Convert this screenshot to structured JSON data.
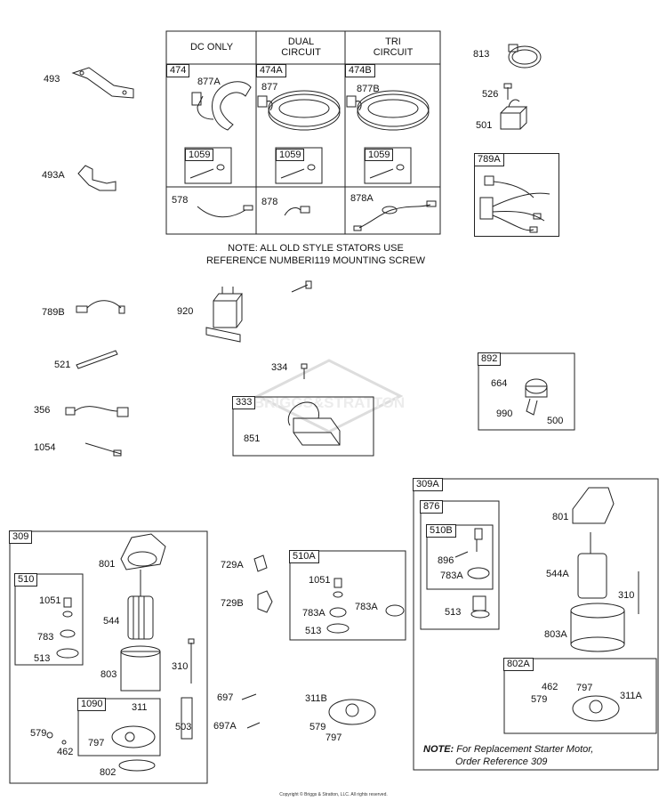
{
  "stator_table": {
    "headers": [
      "DC ONLY",
      "DUAL\nCIRCUIT",
      "TRI\nCIRCUIT"
    ],
    "tags": [
      "474",
      "474A",
      "474B"
    ],
    "stators": [
      "877A",
      "877",
      "877B"
    ],
    "screw_tags": [
      "1059",
      "1059",
      "1059"
    ],
    "wires": [
      "578",
      "878",
      "878A"
    ]
  },
  "stator_note": {
    "line1": "NOTE: ALL OLD STYLE STATORS USE",
    "line2": "REFERENCE NUMBERI119  MOUNTING SCREW"
  },
  "labels": {
    "p493": "493",
    "p493a": "493A",
    "p813": "813",
    "p526": "526",
    "p501": "501",
    "p789a": "789A",
    "p789b": "789B",
    "p920": "920",
    "p521": "521",
    "p334": "334",
    "p356": "356",
    "p333": "333",
    "p851": "851",
    "p1054": "1054",
    "p892": "892",
    "p664": "664",
    "p990": "990",
    "p500": "500",
    "p309": "309",
    "p801": "801",
    "p510": "510",
    "p1051": "1051",
    "p544": "544",
    "p783": "783",
    "p513": "513",
    "p803": "803",
    "p310": "310",
    "p1090": "1090",
    "p311": "311",
    "p579": "579",
    "p797": "797",
    "p462": "462",
    "p503": "503",
    "p802": "802",
    "p729a": "729A",
    "p729b": "729B",
    "p697": "697",
    "p697a": "697A",
    "p510a": "510A",
    "p1051b": "1051",
    "p783a1": "783A",
    "p783a2": "783A",
    "p513b": "513",
    "p311b": "311B",
    "p579b": "579",
    "p797b": "797",
    "p309a": "309A",
    "p876": "876",
    "p510b": "510B",
    "p896": "896",
    "p783a3": "783A",
    "p513c": "513",
    "p801b": "801",
    "p544a": "544A",
    "p310b": "310",
    "p803a": "803A",
    "p802a": "802A",
    "p462b": "462",
    "p797c": "797",
    "p579c": "579",
    "p311a": "311A"
  },
  "bottom_note": {
    "prefix": "NOTE:",
    "line1": "For Replacement Starter Motor,",
    "line2": "Order Reference 309"
  },
  "watermark": "BRIGGS&STRATTON",
  "copyright": "Copyright © Briggs & Stratton, LLC. All rights reserved."
}
